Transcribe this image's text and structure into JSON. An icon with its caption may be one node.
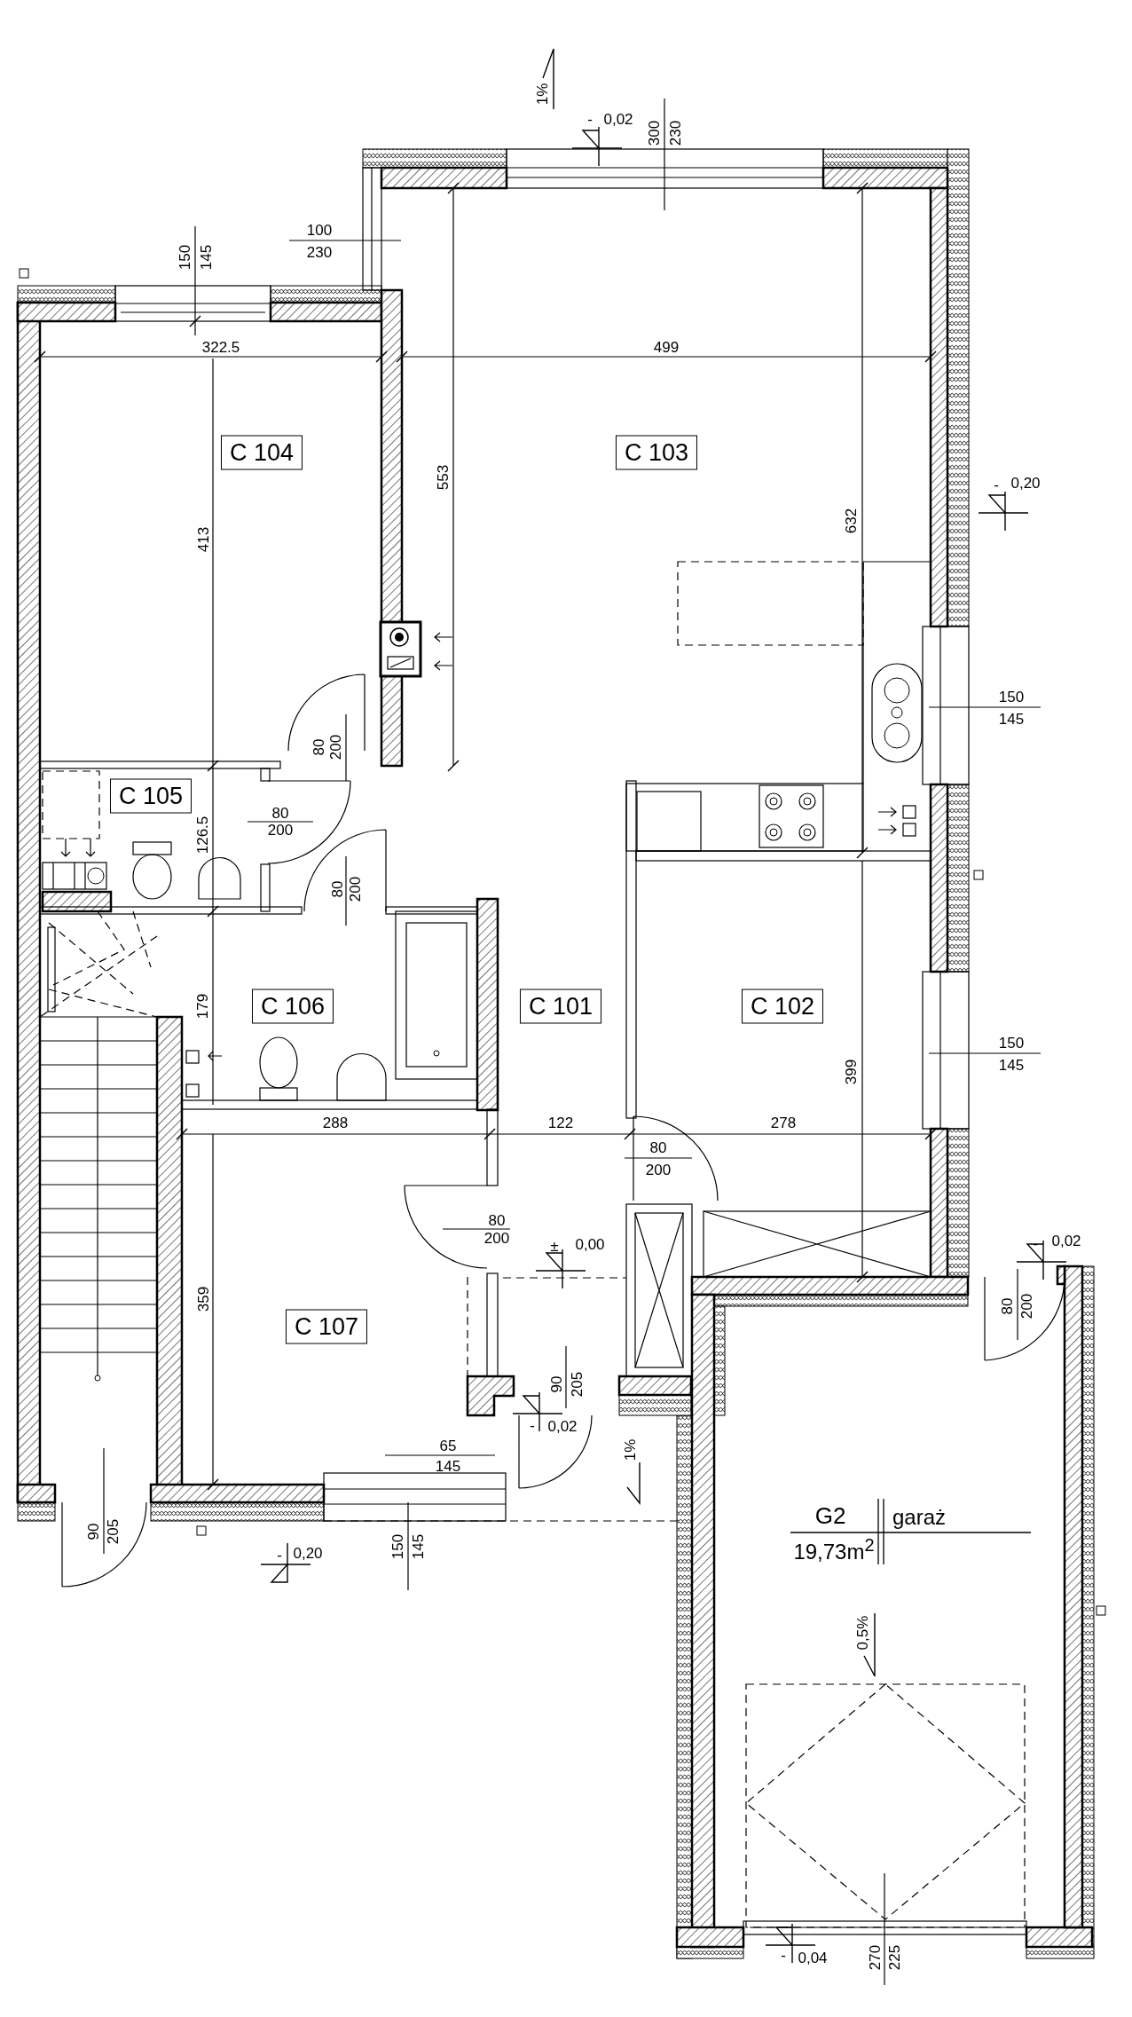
{
  "diagram": {
    "nodes": [
      {
        "text": [
          "C 104"
        ]
      },
      {
        "text": [
          "C 103"
        ]
      },
      {
        "text": [
          "C 105"
        ]
      },
      {
        "text": [
          "C 106"
        ]
      },
      {
        "text": [
          "C 101"
        ]
      },
      {
        "text": [
          "C 102"
        ]
      },
      {
        "text": [
          "C 107"
        ]
      }
    ],
    "labels": [
      "1%",
      "-",
      "0,02",
      "300",
      "230",
      "100",
      "230",
      "150",
      "145",
      "322.5",
      "499",
      "553",
      "-",
      "0,20",
      "413",
      "632",
      "80",
      "200",
      "150",
      "145",
      "126.5",
      "80",
      "200",
      "80",
      "200",
      "179",
      "150",
      "145",
      "399",
      "288",
      "122",
      "278",
      "80",
      "200",
      "80",
      "200",
      "-",
      "0,02",
      "±",
      "0,00",
      "359",
      "80",
      "200",
      "90",
      "205",
      "-",
      "0,02",
      "65",
      "145",
      "1%",
      "G2",
      "garaż",
      "90",
      "205",
      "150",
      "145",
      "19,73m$^{2}$",
      "-",
      "0,20",
      "0,5%",
      "-",
      "0,04",
      "270",
      "225"
    ]
  }
}
